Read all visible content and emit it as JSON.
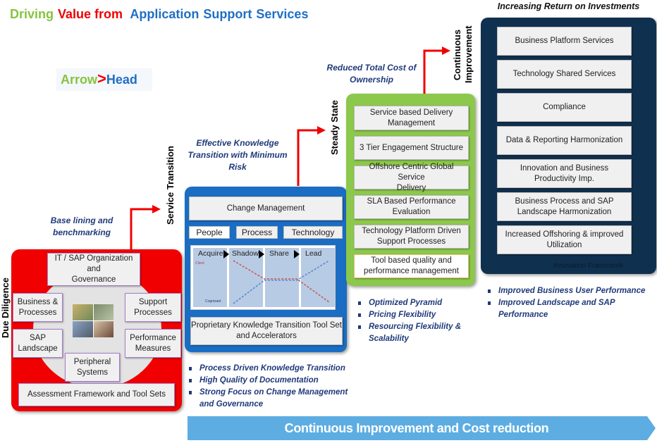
{
  "title": {
    "part1": "Driving",
    "part2": "Value from",
    "part3": "Application",
    "part4": "Support",
    "part5": "Services"
  },
  "logo": {
    "left": "Arrow",
    "glyph": ">",
    "right": "Head"
  },
  "colors": {
    "red": "#f00000",
    "blue_panel": "#1a6dc2",
    "green_panel": "#8cc84b",
    "navy_panel": "#10304f",
    "caption": "#1f3a7a",
    "banner": "#5dade2"
  },
  "stages": {
    "due_diligence": {
      "label": "Due Diligence",
      "caption": [
        "Base lining and",
        "benchmarking"
      ],
      "top_box": [
        "IT / SAP Organization and",
        "Governance"
      ],
      "items": [
        [
          "Business &",
          "Processes"
        ],
        [
          "Support",
          "Processes"
        ],
        [
          "SAP",
          "Landscape"
        ],
        [
          "Performance",
          "Measures"
        ],
        [
          "Peripheral",
          "Systems"
        ]
      ],
      "bottom_box": "Assessment Framework and Tool Sets",
      "photo_icon": "people-collage-image"
    },
    "service_transition": {
      "label": "Service Transition",
      "caption": [
        "Effective  Knowledge",
        "Transition with Minimum",
        "Risk"
      ],
      "change_mgmt": "Change Management",
      "tabs": [
        "People",
        "Process",
        "Technology"
      ],
      "phases": [
        "Acquire",
        "Shadow",
        "Share",
        "Lead"
      ],
      "chart_labels": {
        "client": "Client",
        "vendor": "Cognizant"
      },
      "bottom_box": [
        "Proprietary Knowledge Transition Tool Set",
        "and Accelerators"
      ],
      "bullets": [
        "Process Driven  Knowledge Transition",
        "High Quality of Documentation",
        "Strong Focus on Change Management",
        "and Governance"
      ]
    },
    "steady_state": {
      "label": "Steady State",
      "caption": [
        "Reduced  Total Cost of",
        "Ownership"
      ],
      "items": [
        [
          "Service based Delivery",
          "Management"
        ],
        [
          "3 Tier Engagement Structure"
        ],
        [
          "Offshore Centric Global Service",
          "Delivery"
        ],
        [
          "SLA Based Performance",
          "Evaluation"
        ],
        [
          "Technology Platform Driven",
          "Support Processes"
        ],
        [
          "Tool based quality and",
          "performance management"
        ]
      ],
      "bullets": [
        "Optimized Pyramid",
        "Pricing Flexibility",
        "Resourcing Flexibility &",
        "Scalability"
      ]
    },
    "continuous_improvement": {
      "label": [
        "Continuous",
        "Improvement"
      ],
      "caption": "Increasing Return on Investments",
      "items": [
        [
          "Business Platform Services"
        ],
        [
          "Technology Shared Services"
        ],
        [
          "Compliance"
        ],
        [
          "Data &  Reporting Harmonization"
        ],
        [
          "Innovation and Business",
          "Productivity Imp."
        ],
        [
          "Business Process and SAP",
          "Landscape Harmonization"
        ],
        [
          "Increased Offshoring & improved",
          "Utilization"
        ]
      ],
      "footer": "Innovation Framework",
      "bullets": [
        "Improved  Business  User  Performance",
        "Improved  Landscape  and  SAP",
        "Performance"
      ]
    }
  },
  "banner": {
    "text": "Continuous Improvement and Cost reduction"
  }
}
